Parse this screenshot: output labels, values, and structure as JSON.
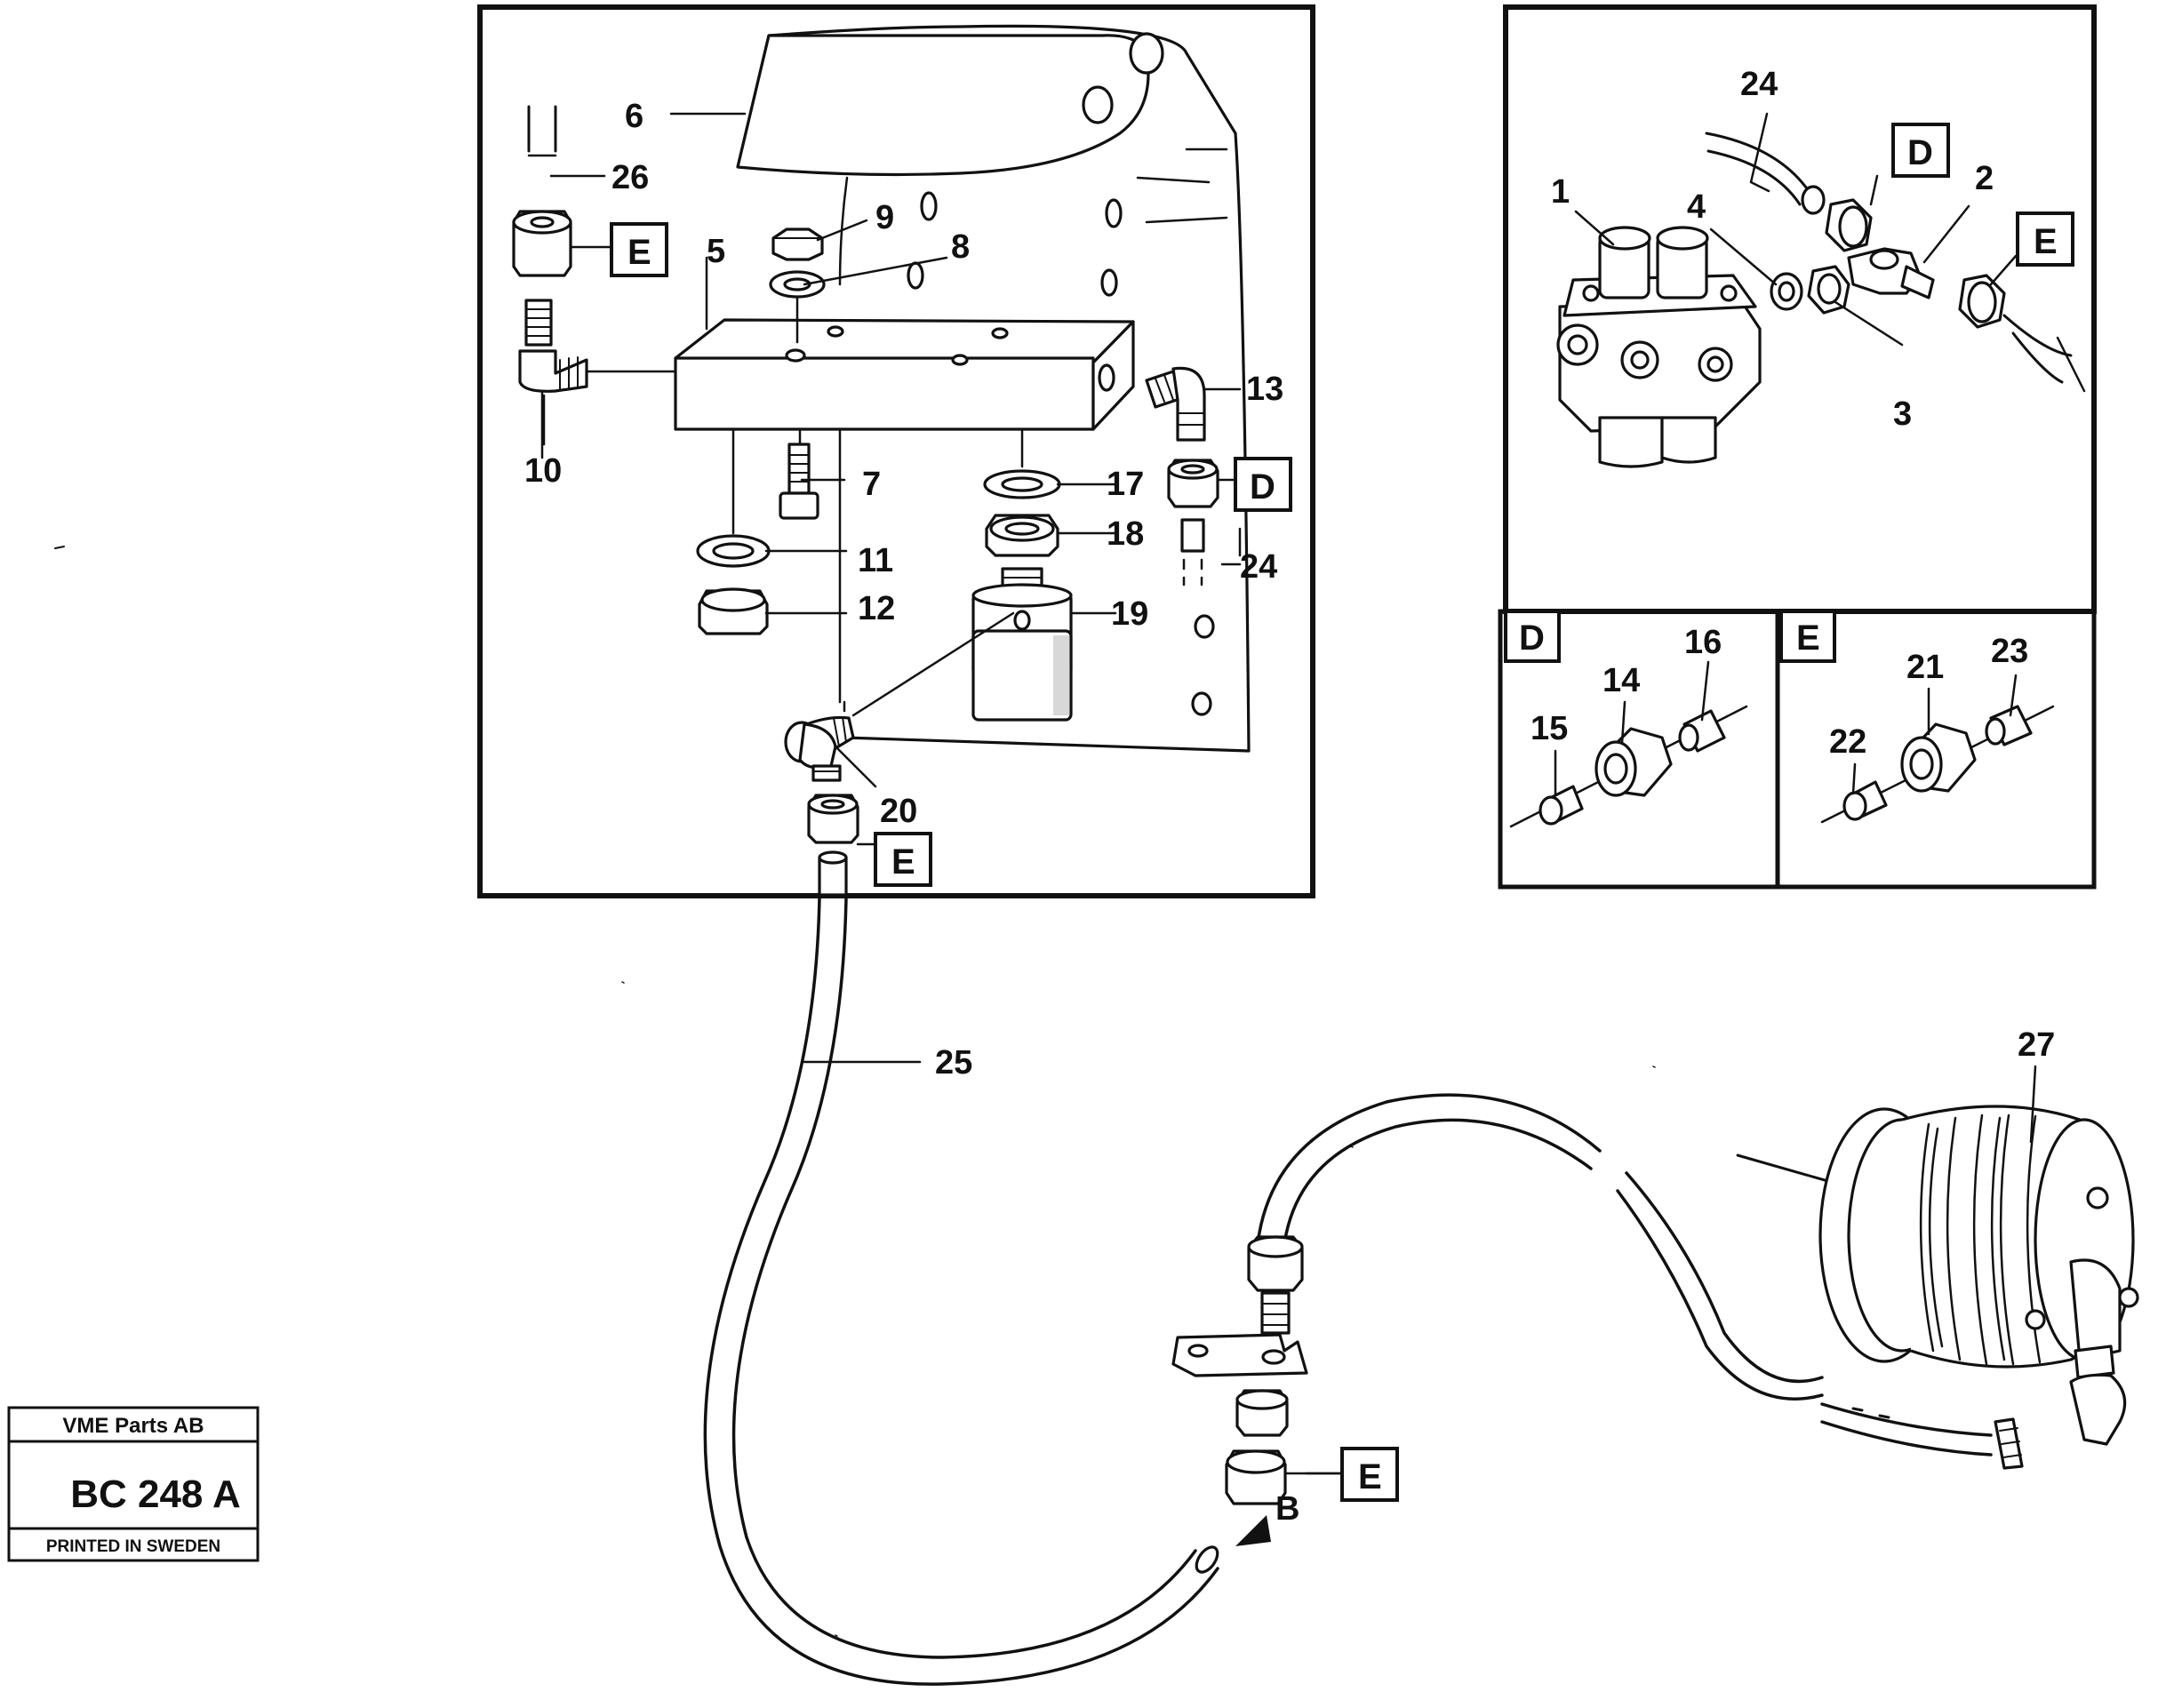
{
  "part_labels": {
    "p1": "1",
    "p2": "2",
    "p3": "3",
    "p4": "4",
    "p5": "5",
    "p6": "6",
    "p7": "7",
    "p8": "8",
    "p9": "9",
    "p10": "10",
    "p11": "11",
    "p12": "12",
    "p13": "13",
    "p14": "14",
    "p15": "15",
    "p16": "16",
    "p17": "17",
    "p18": "18",
    "p19": "19",
    "p20": "20",
    "p21": "21",
    "p22": "22",
    "p23": "23",
    "p24a": "24",
    "p24b": "24",
    "p25": "25",
    "p26": "26",
    "p27": "27"
  },
  "callout_boxes": {
    "e_top_left": "E",
    "d_main": "D",
    "e_main_bottom": "E",
    "d_top_right": "D",
    "e_top_right": "E",
    "d_detail": "D",
    "e_detail": "E",
    "e_bottom": "E"
  },
  "arrow_label_b": "B",
  "stamp": {
    "company": "VME Parts AB",
    "code": "BC 248 A",
    "printed": "PRINTED IN SWEDEN"
  }
}
